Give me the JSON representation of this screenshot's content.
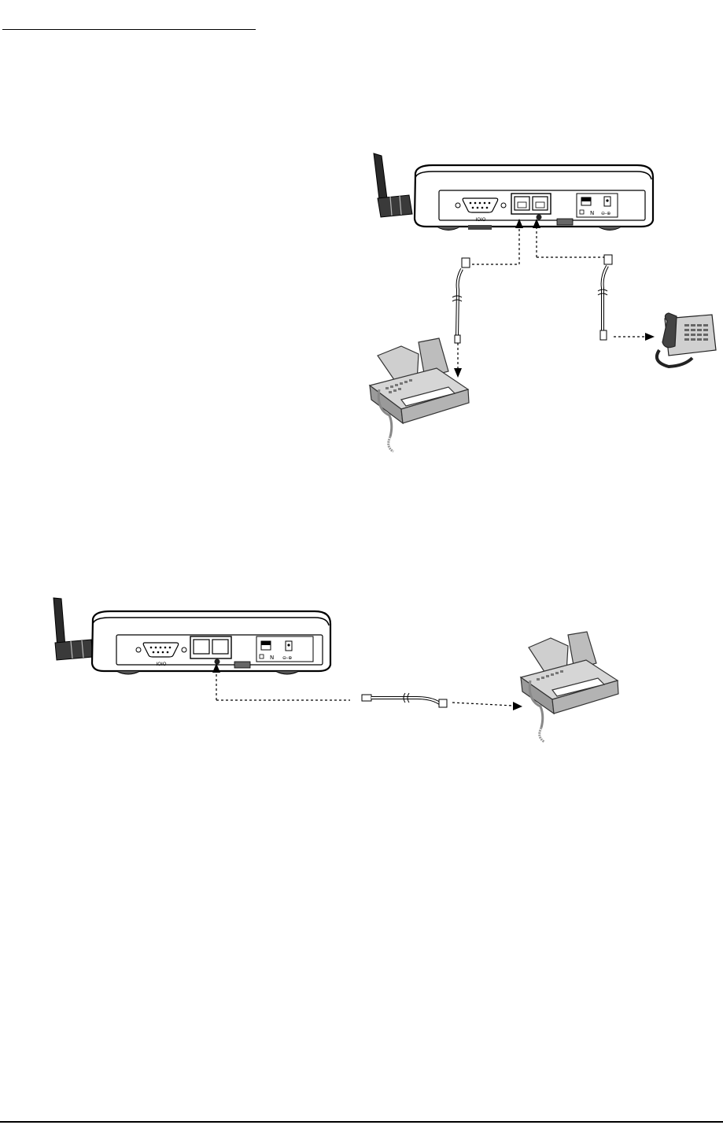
{
  "page": {
    "figures": [
      {
        "id": "figure-1",
        "device_ports": [
          "console-port",
          "line-port",
          "phone-port",
          "power-switch",
          "power-jack"
        ],
        "connected_devices": [
          "fax-machine",
          "telephone"
        ]
      },
      {
        "id": "figure-2",
        "device_ports": [
          "console-port",
          "line-port",
          "phone-port",
          "power-switch",
          "power-jack"
        ],
        "connected_devices": [
          "fax-machine"
        ]
      }
    ],
    "colors": {
      "ink": "#1a1a1a",
      "device_fill": "#ffffff",
      "device_shadow": "#6b6b6b",
      "appliance_fill": "#d9d9d9",
      "appliance_dark": "#9a9a9a"
    }
  }
}
